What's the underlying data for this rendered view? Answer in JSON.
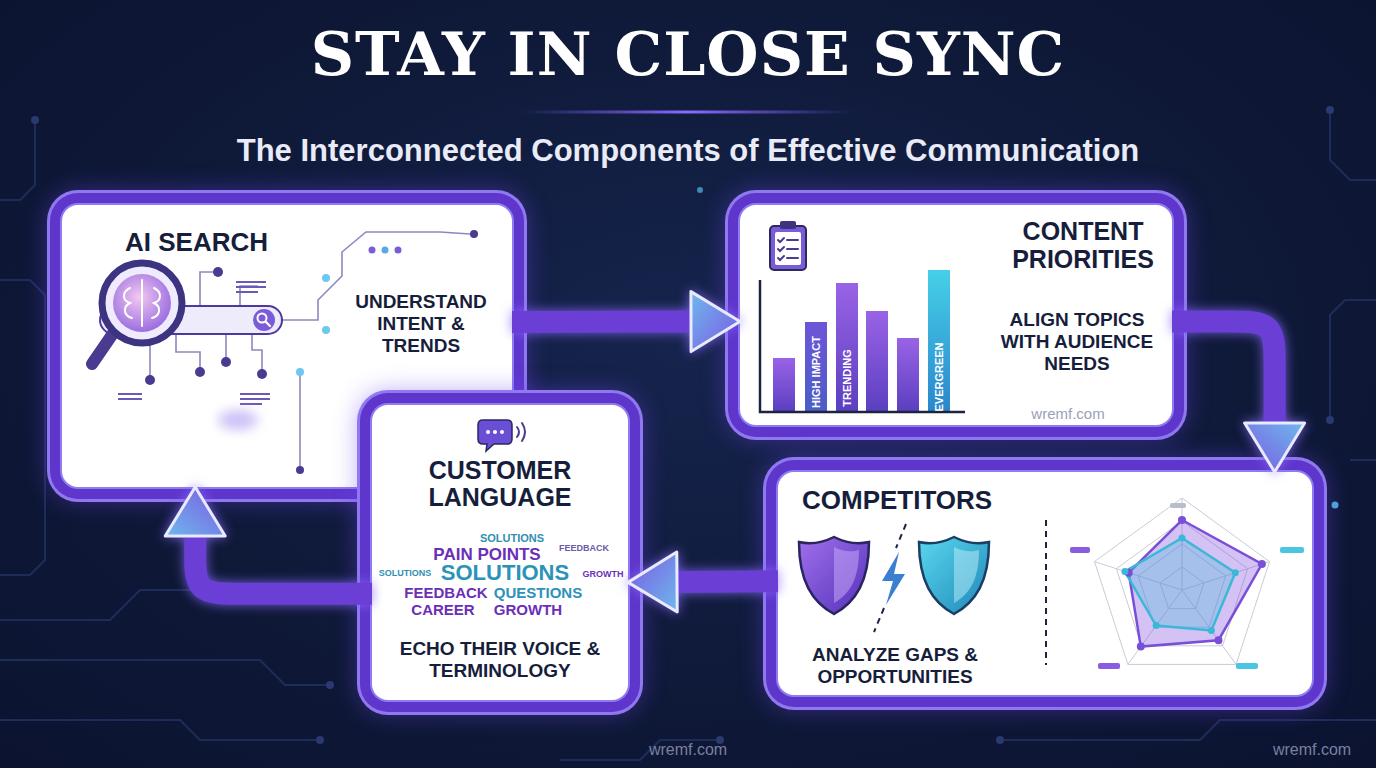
{
  "diagram": {
    "title": "STAY IN CLOSE SYNC",
    "nodes": [
      {
        "text": [
          "AI SEARCH",
          "UNDERSTAND INTENT & TRENDS"
        ]
      },
      {
        "text": [
          "CONTENT PRIORITIES",
          "ALIGN TOPICS WITH AUDIENCE NEEDS"
        ]
      },
      {
        "text": [
          "CUSTOMER LANGUAGE",
          "ECHO THEIR VOICE & TERMINOLOGY"
        ]
      },
      {
        "text": [
          "COMPETITORS",
          "ANALYZE GAPS & OPPORTUNITIES"
        ]
      }
    ],
    "edges": [
      {
        "from": 0,
        "to": 1,
        "arrow": "to"
      },
      {
        "from": 1,
        "to": 3,
        "arrow": "to"
      },
      {
        "from": 3,
        "to": 2,
        "arrow": "to"
      },
      {
        "from": 2,
        "to": 0,
        "arrow": "to"
      }
    ],
    "labels": [
      "The Interconnected Components of Effective Communication",
      "HIGH IMPACT",
      "TRENDING",
      "EVERGREEN",
      "wremf.com",
      "SOLUTIONS",
      "PAIN POINTS",
      "FEEDBACK",
      "SOLUTIONS",
      "SOLUTIONS",
      "GROWTH",
      "FEEDBACK",
      "QUESTIONS",
      "CAREER",
      "GROWTH",
      "wremf.com",
      "wremf.com"
    ]
  }
}
